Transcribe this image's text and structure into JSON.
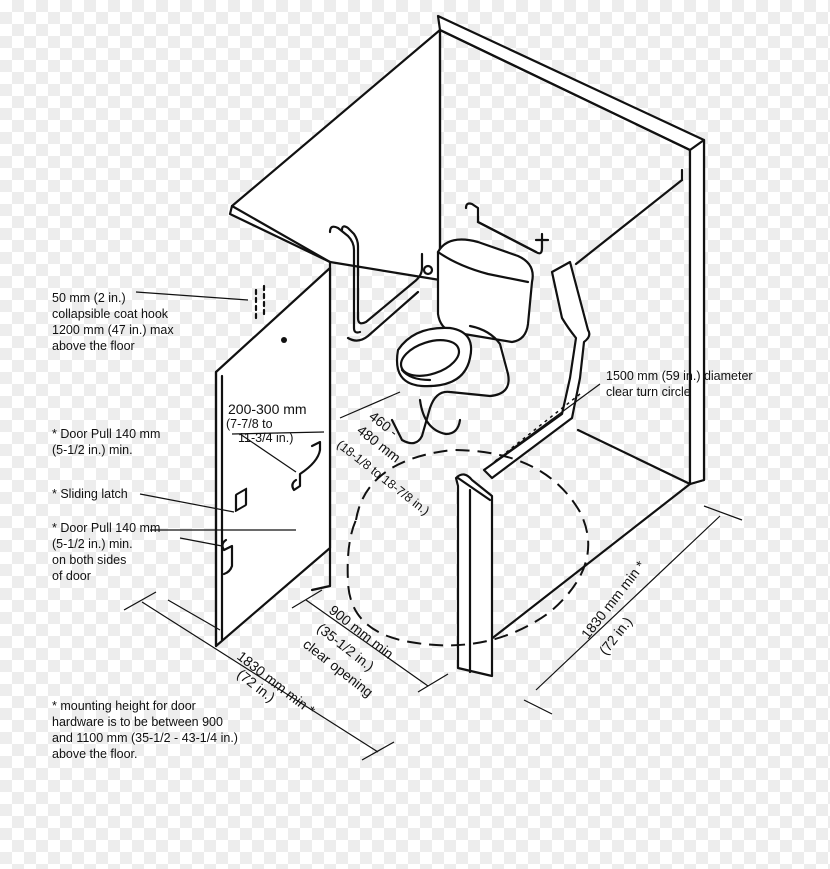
{
  "labels": {
    "coat_hook": [
      "50 mm (2 in.)",
      "collapsible coat hook",
      "1200 mm (47 in.) max",
      "above the floor"
    ],
    "door_pull_1": [
      "* Door Pull 140 mm",
      "(5-1/2 in.) min."
    ],
    "sliding_latch": "* Sliding latch",
    "door_pull_2": [
      "* Door Pull 140 mm",
      "(5-1/2 in.) min.",
      "on both sides",
      "of door"
    ],
    "footnote": [
      "* mounting height for door",
      "hardware is to be between 900",
      "and 1100 mm (35-1/2 - 43-1/4 in.)",
      "above the floor."
    ],
    "turn_circle": [
      "1500 mm (59 in.) diameter",
      "clear turn circle"
    ],
    "dim_200_300": [
      "200-300 mm",
      "(7-7/8 to",
      "11-3/4 in.)"
    ],
    "dim_460_480": [
      "460 -",
      "480 mm",
      "(18-1/8 to 18-7/8 in.)"
    ],
    "dim_900": [
      "900 mm min",
      "(35-1/2 in.)",
      "clear opening"
    ],
    "dim_1830_front": [
      "1830 mm min *",
      "(72 in.)"
    ],
    "dim_1830_side": [
      "1830 mm min *",
      "(72 in.)"
    ]
  },
  "colors": {
    "line": "#111111",
    "background": "#ffffff",
    "checker": "#ededed"
  }
}
